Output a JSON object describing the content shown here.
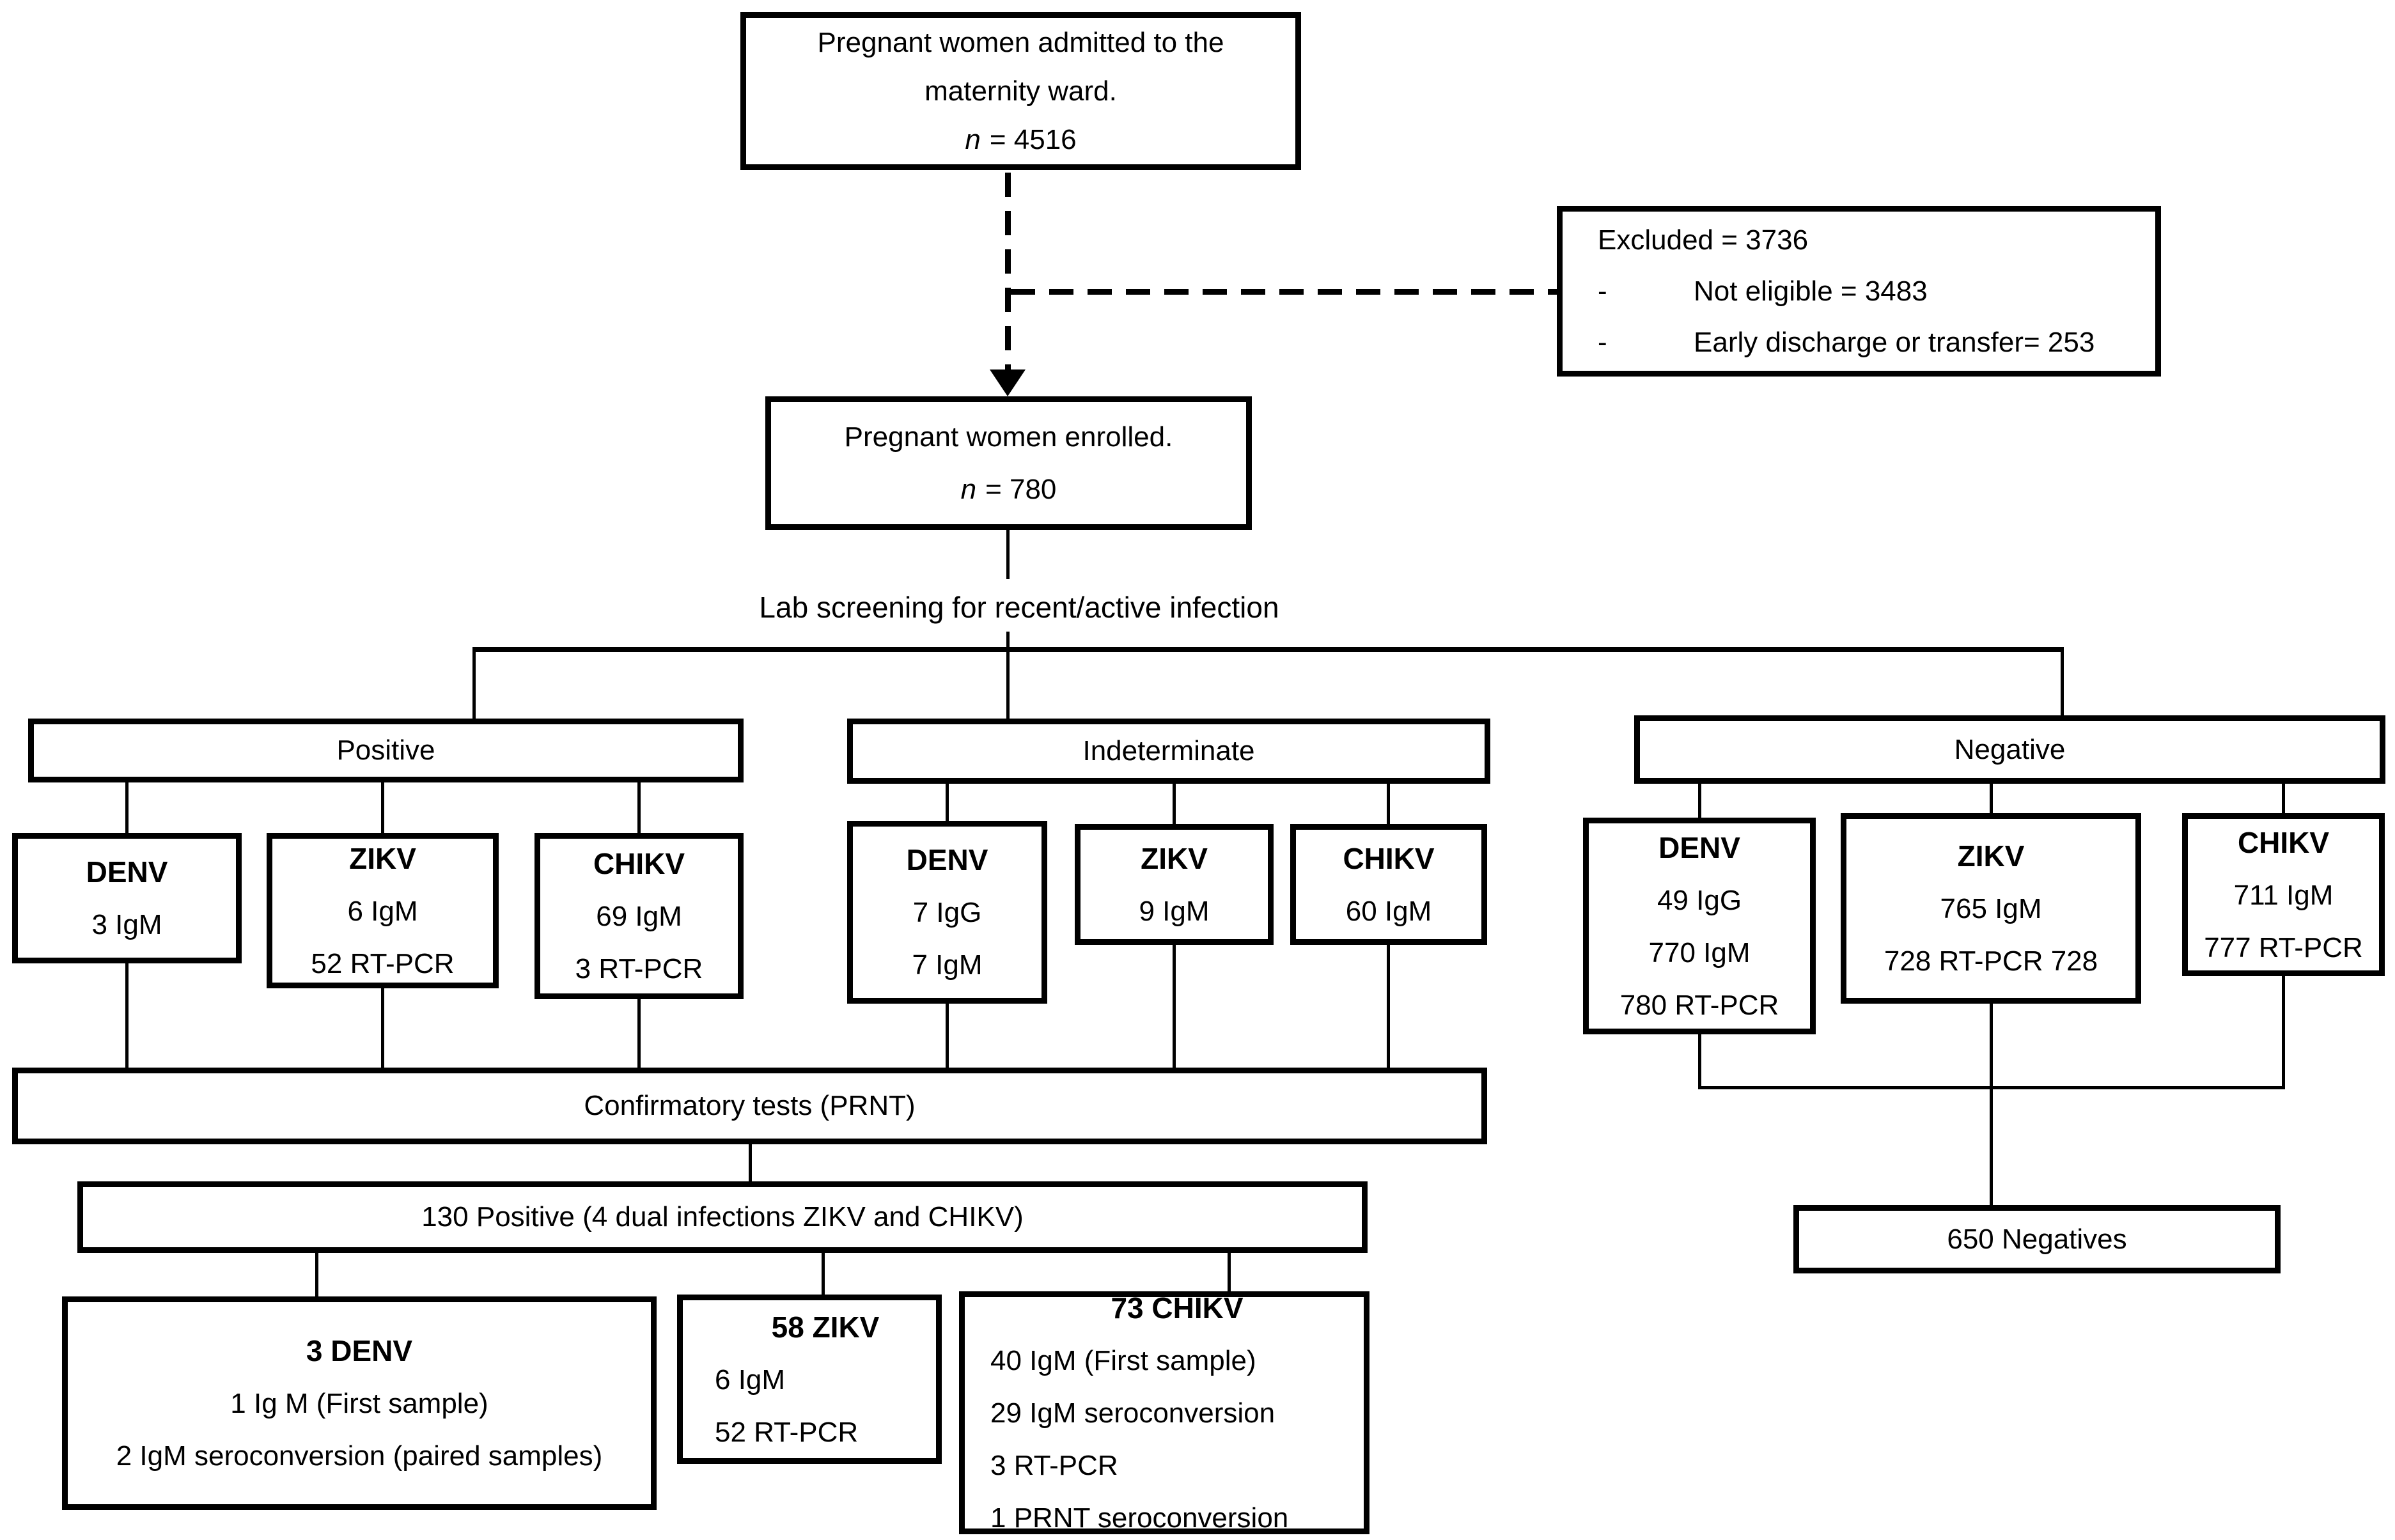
{
  "colors": {
    "ink": "#000000",
    "paper": "#ffffff"
  },
  "flow": {
    "admitted": {
      "lines": [
        "Pregnant women admitted to the",
        "maternity ward."
      ],
      "n_symbol": "n",
      "n_value": "= 4516"
    },
    "excluded": {
      "header": "Excluded = 3736",
      "bullets": [
        {
          "dash": "-",
          "text": "Not eligible = 3483"
        },
        {
          "dash": "-",
          "text": "Early discharge or transfer= 253"
        }
      ]
    },
    "enrolled": {
      "line": "Pregnant women enrolled.",
      "n_symbol": "n",
      "n_value": "= 780"
    },
    "screening_label": "Lab screening for recent/active infection",
    "branches": {
      "positive": {
        "label": "Positive",
        "tests": [
          {
            "virus": "DENV",
            "results": [
              "3 IgM"
            ]
          },
          {
            "virus": "ZIKV",
            "results": [
              "6 IgM",
              "52 RT-PCR"
            ]
          },
          {
            "virus": "CHIKV",
            "results": [
              "69 IgM",
              "3 RT-PCR"
            ]
          }
        ]
      },
      "indeterminate": {
        "label": "Indeterminate",
        "tests": [
          {
            "virus": "DENV",
            "results": [
              "7 IgG",
              "7 IgM"
            ]
          },
          {
            "virus": "ZIKV",
            "results": [
              "9 IgM"
            ]
          },
          {
            "virus": "CHIKV",
            "results": [
              "60 IgM"
            ]
          }
        ]
      },
      "negative": {
        "label": "Negative",
        "tests": [
          {
            "virus": "DENV",
            "results": [
              "49 IgG",
              "770 IgM",
              "780 RT-PCR"
            ]
          },
          {
            "virus": "ZIKV",
            "results": [
              "765 IgM",
              "728 RT-PCR 728"
            ]
          },
          {
            "virus": "CHIKV",
            "results": [
              "711 IgM",
              "777 RT-PCR"
            ]
          }
        ]
      }
    },
    "confirmatory_label": "Confirmatory tests (PRNT)",
    "prnt_positive": {
      "label": "130 Positive (4 dual infections ZIKV and CHIKV)",
      "tests": [
        {
          "virus": "3 DENV",
          "results": [
            "1 Ig M (First sample)",
            "2 IgM seroconversion (paired samples)"
          ]
        },
        {
          "virus": "58 ZIKV",
          "results": [
            "6 IgM",
            "52 RT-PCR"
          ]
        },
        {
          "virus": "73 CHIKV",
          "results": [
            "40 IgM (First sample)",
            "29 IgM seroconversion",
            "3 RT-PCR",
            "1 PRNT seroconversion"
          ]
        }
      ]
    },
    "negatives_label": "650 Negatives"
  }
}
